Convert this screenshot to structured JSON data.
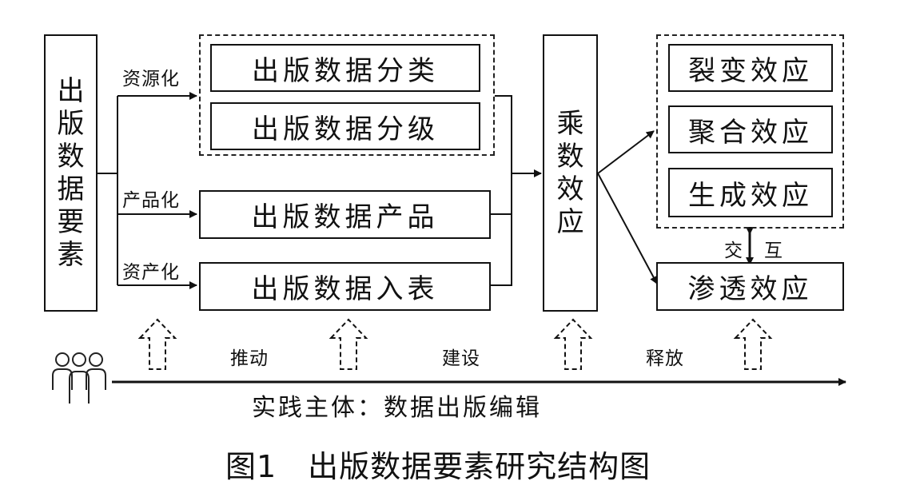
{
  "left_box": {
    "chars": [
      "出",
      "版",
      "数",
      "据",
      "要",
      "素"
    ]
  },
  "branch_labels": {
    "resource": "资源化",
    "product": "产品化",
    "asset": "资产化"
  },
  "middle_boxes": {
    "classify": "出版数据分类",
    "grade": "出版数据分级",
    "product": "出版数据产品",
    "table": "出版数据入表"
  },
  "multiplier_box": {
    "chars": [
      "乘",
      "数",
      "效",
      "应"
    ]
  },
  "effects": {
    "fission": "裂变效应",
    "aggregation": "聚合效应",
    "generation": "生成效应",
    "penetration": "渗透效应"
  },
  "interaction": {
    "left": "交",
    "right": "互"
  },
  "drivers": {
    "push": "推动",
    "build": "建设",
    "release": "释放"
  },
  "axis_label": "实践主体：数据出版编辑",
  "caption": "图1　出版数据要素研究结构图"
}
